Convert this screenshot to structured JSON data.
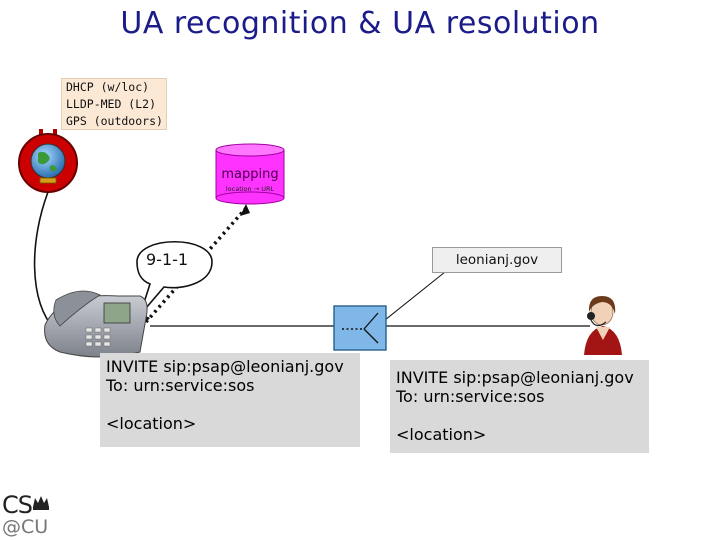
{
  "title": "UA recognition & UA resolution",
  "location_methods": [
    "DHCP (w/loc)",
    "LLDP-MED (L2)",
    "GPS (outdoors)"
  ],
  "mapping": {
    "label": "mapping",
    "sublabel": "location → URL"
  },
  "emergency_number": "9-1-1",
  "psap_domain": "leonianj.gov",
  "invite_left": {
    "line1": "INVITE sip:psap@leonianj.gov",
    "line2": "To: urn:service:sos",
    "line3": "<location>"
  },
  "invite_right": {
    "line1": "INVITE sip:psap@leonianj.gov",
    "line2": "To: urn:service:sos",
    "line3": "<location>"
  },
  "logo": {
    "top": "CS",
    "bottom": "@CU"
  },
  "colors": {
    "title": "#1b1b8a",
    "mapping_db": "#ff33ff",
    "location_box": "#fbe9d6",
    "invite_box": "#d9d9d9",
    "router": "#7fb8e8"
  }
}
